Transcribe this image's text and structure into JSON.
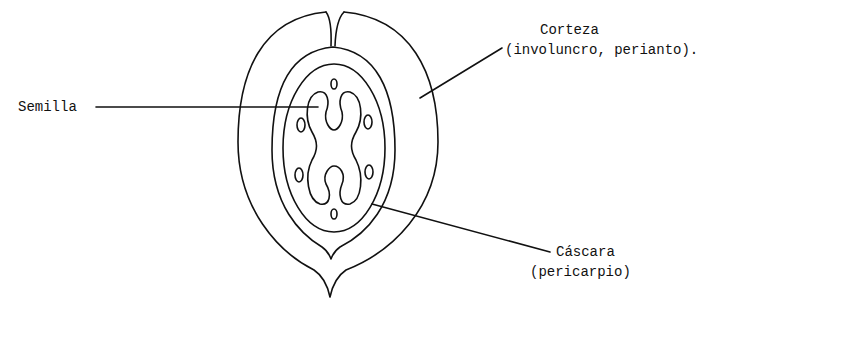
{
  "diagram": {
    "labels": [
      "Corteza",
      "(involuncro, perianto).",
      "Semilla",
      "Cáscara",
      "(pericarpio)"
    ]
  }
}
